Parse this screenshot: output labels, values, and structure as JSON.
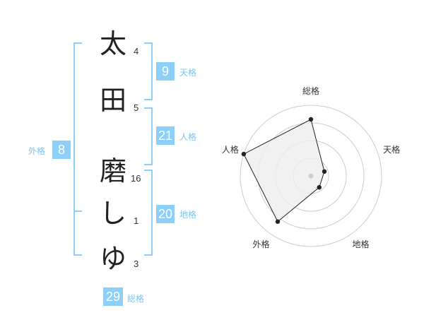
{
  "name": {
    "chars": [
      {
        "char": "太",
        "strokes": "4"
      },
      {
        "char": "田",
        "strokes": "5"
      },
      {
        "char": "磨",
        "strokes": "16"
      },
      {
        "char": "し",
        "strokes": "1"
      },
      {
        "char": "ゆ",
        "strokes": "3"
      }
    ]
  },
  "kaku": {
    "tenkaku": {
      "value": "9",
      "label": "天格"
    },
    "jinkaku": {
      "value": "21",
      "label": "人格"
    },
    "chikaku": {
      "value": "20",
      "label": "地格"
    },
    "gaikaku": {
      "value": "8",
      "label": "外格"
    },
    "soukaku": {
      "value": "29",
      "label": "総格"
    }
  },
  "chart_data": {
    "type": "radar",
    "axes": [
      "総格",
      "天格",
      "地格",
      "外格",
      "人格"
    ],
    "values": [
      4,
      1,
      1,
      4,
      5
    ],
    "rmax": 5,
    "rings": 4,
    "colors": {
      "fill": "#eeeeee",
      "line": "#222222",
      "grid": "#cccccc",
      "center": "#cccccc"
    }
  }
}
